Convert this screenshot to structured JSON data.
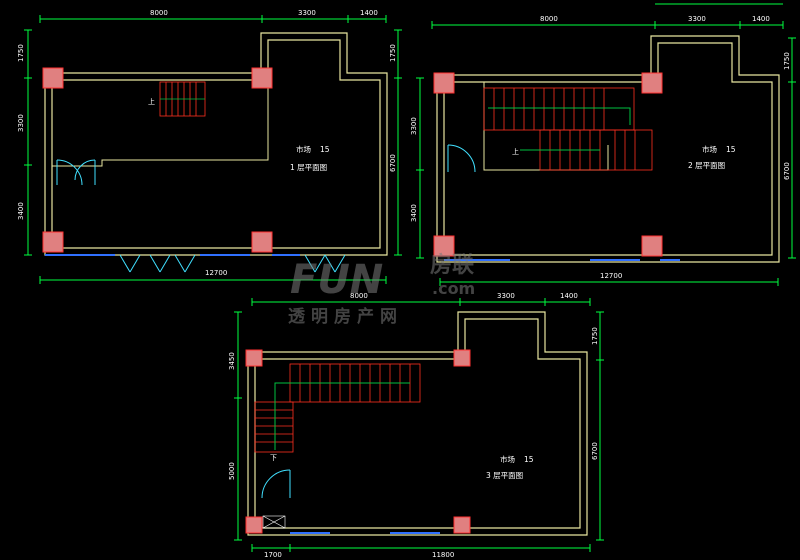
{
  "colors": {
    "background": "#000000",
    "wall": "#e8e6a0",
    "column_fill": "#e08080",
    "column_stroke": "#ff3030",
    "dimension_line": "#00ff40",
    "stair_red": "#ff3020",
    "stair_green": "#00c040",
    "door_cyan": "#40e0ff",
    "window_blue": "#3070ff"
  },
  "plans": [
    {
      "name": "plan-1",
      "room_name": "市场",
      "room_number": "15",
      "floor_label": "1 层平面图",
      "stair_mark": "上",
      "dims_top": [
        "8000",
        "3300",
        "1400"
      ],
      "dims_bottom": [
        "12700"
      ],
      "dims_left": [
        "1750",
        "3300",
        "3400"
      ],
      "dims_right": [
        "1750",
        "6700"
      ]
    },
    {
      "name": "plan-2",
      "room_name": "市场",
      "room_number": "15",
      "floor_label": "2 层平面图",
      "stair_mark": "上",
      "dims_top": [
        "8000",
        "3300",
        "1400"
      ],
      "dims_bottom": [
        "12700"
      ],
      "dims_left": [
        "3300",
        "3400"
      ],
      "dims_right": [
        "1750",
        "6700"
      ]
    },
    {
      "name": "plan-3",
      "room_name": "市场",
      "room_number": "15",
      "floor_label": "3 层平面图",
      "stair_mark": "下",
      "dims_top": [
        "8000",
        "3300",
        "1400"
      ],
      "dims_bottom": [
        "1700",
        "11800"
      ],
      "dims_left": [
        "3450",
        "5000"
      ],
      "dims_right": [
        "1750",
        "6700"
      ]
    }
  ],
  "watermark": {
    "brand_latin": "FUN",
    "brand_cjk": "房联",
    "domain": ".com",
    "tagline": "透明房产网"
  }
}
